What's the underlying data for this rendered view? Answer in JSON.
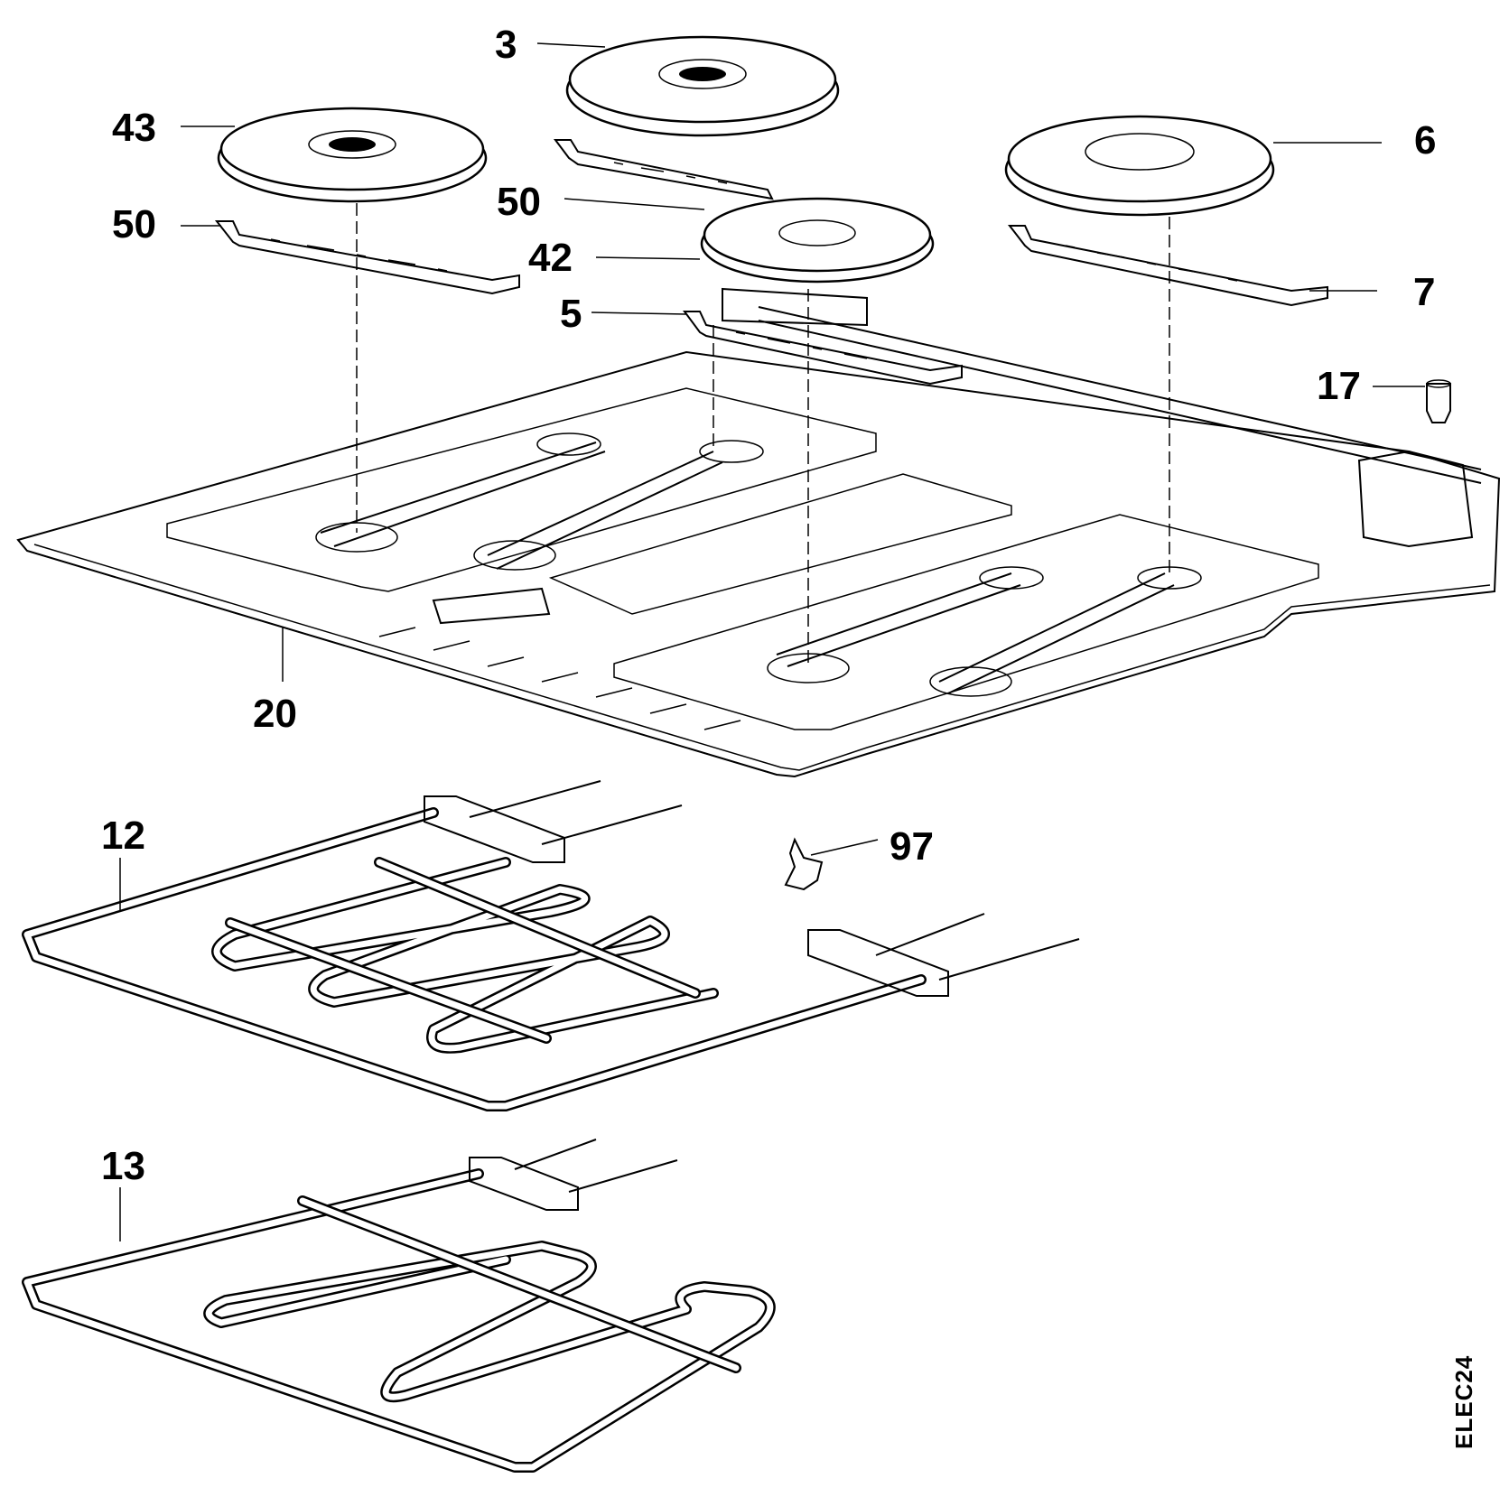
{
  "drawing_code": "ELEC24",
  "callouts": [
    {
      "id": "c3",
      "text": "3"
    },
    {
      "id": "c43",
      "text": "43"
    },
    {
      "id": "c6",
      "text": "6"
    },
    {
      "id": "c50a",
      "text": "50"
    },
    {
      "id": "c50b",
      "text": "50"
    },
    {
      "id": "c42",
      "text": "42"
    },
    {
      "id": "c7",
      "text": "7"
    },
    {
      "id": "c5",
      "text": "5"
    },
    {
      "id": "c17",
      "text": "17"
    },
    {
      "id": "c20",
      "text": "20"
    },
    {
      "id": "c12",
      "text": "12"
    },
    {
      "id": "c97",
      "text": "97"
    },
    {
      "id": "c13",
      "text": "13"
    }
  ]
}
